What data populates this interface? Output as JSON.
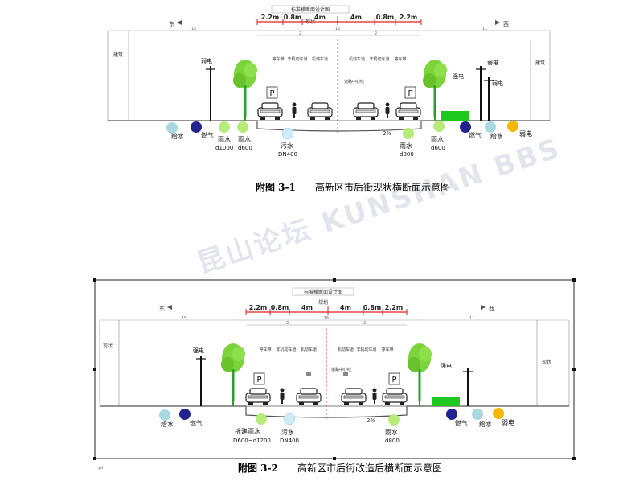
{
  "figure1": {
    "banner": "标准横断面设计图",
    "current": "现状",
    "dims": [
      "2.2m",
      "0.8m",
      "4m",
      "4m",
      "0.8m",
      "2.2m"
    ],
    "dim_center": "16",
    "dim_sides": [
      "15",
      "11"
    ],
    "dim_lanes": [
      "2",
      "2"
    ],
    "side_labels": {
      "left": "建筑",
      "right": "建筑"
    },
    "direction": {
      "left": "东",
      "right": "西"
    },
    "power_left": "弱电",
    "power_right_1": "强电",
    "power_right_2": "弱电",
    "lane_labels": [
      "停车带",
      "非机动车道",
      "机动车道",
      "机动车道",
      "非机动车道",
      "停车带"
    ],
    "centerline": "道路中心线",
    "slope": "2%",
    "pipes": {
      "water_left": "给水",
      "gas_left": "燃气",
      "rain1": "雨水",
      "rain1_size": "d1000",
      "rain2": "雨水",
      "rain2_size": "d600",
      "sewage": "污水",
      "sewage_size": "DN400",
      "rain3": "雨水",
      "rain3_size": "d800",
      "rain4": "雨水",
      "rain4_size": "d600",
      "gas_right": "燃气",
      "water_right": "给水",
      "power": "弱电"
    },
    "caption_num": "附图 3-1",
    "caption_title": "高新区市后街现状横断面示意图"
  },
  "figure2": {
    "banner": "标准横断面设计图",
    "current": "规划",
    "dims": [
      "2.2m",
      "0.8m",
      "4m",
      "4m",
      "0.8m",
      "2.2m"
    ],
    "dim_center": "16",
    "dim_sides": [
      "15",
      "11"
    ],
    "dim_lanes": [
      "2",
      "2"
    ],
    "side_labels": {
      "left": "现状",
      "right": "现状"
    },
    "direction": {
      "left": "东",
      "right": "西"
    },
    "power_left": "强电",
    "power_right": "强电",
    "lane_labels": [
      "停车带",
      "非机动车道",
      "机动车道",
      "机动车道",
      "非机动车道",
      "停车带"
    ],
    "centerline": "道路中心线",
    "slope": "2%",
    "pipes": {
      "water_left": "给水",
      "gas_left": "燃气",
      "rain1": "拆建雨水",
      "rain1_size": "D600~d1200",
      "sewage": "污水",
      "sewage_size": "DN400",
      "rain3": "雨水",
      "rain3_size": "d800",
      "gas_right": "燃气",
      "water_right": "给水",
      "power": "弱电"
    },
    "caption_num": "附图 3-2",
    "caption_title": "高新区市后街改造后横断面示意图"
  },
  "watermark": "昆山论坛 KUNSHAN BBS",
  "colors": {
    "dim_red": "#e02020",
    "tree": "#7ad43a",
    "trunk": "#2aa02a",
    "road": "#555555",
    "water": "#a8d8e0",
    "gas": "#23238f",
    "rain": "#b8ec7a",
    "sewage": "#cfeaf8",
    "power": "#f5b800",
    "hedge": "#1ec81e"
  }
}
